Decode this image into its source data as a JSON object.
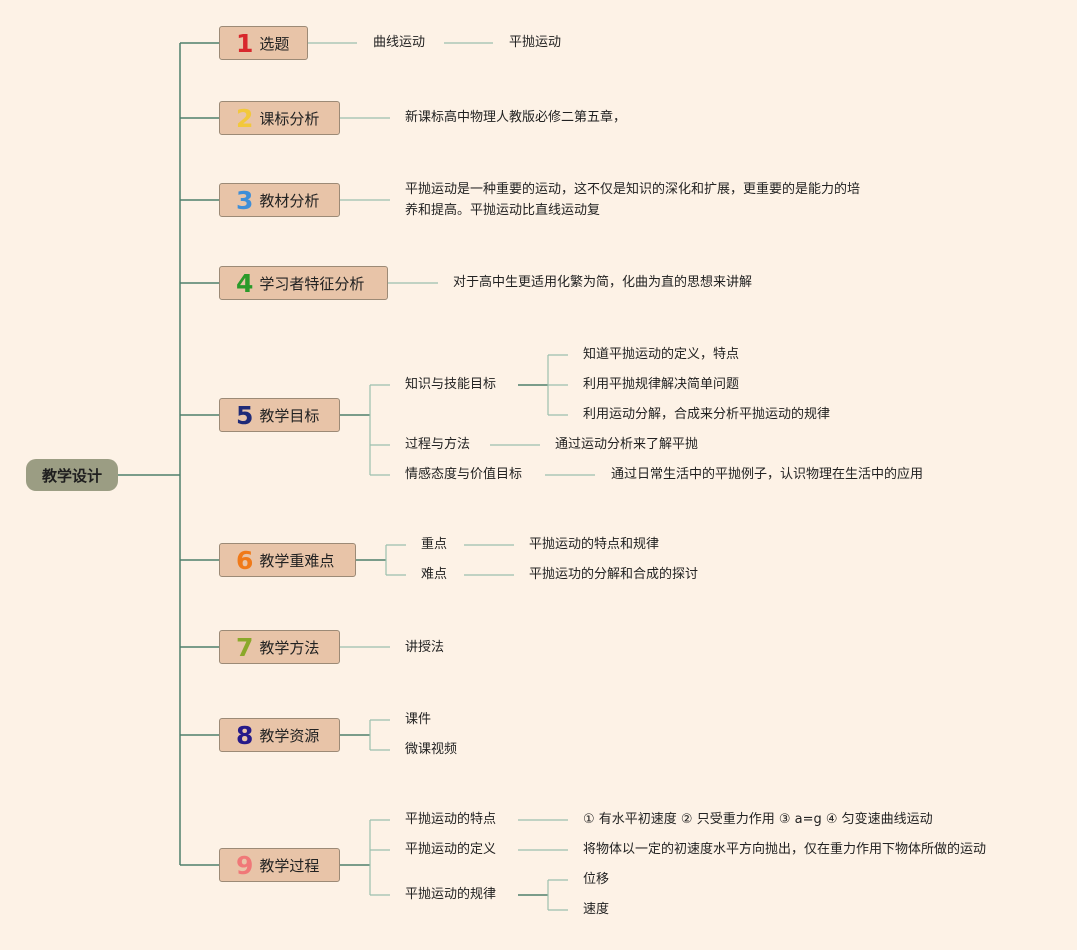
{
  "root": "教学设计",
  "branches": [
    {
      "num": "1",
      "label": "选题",
      "color": "#d8282d"
    },
    {
      "num": "2",
      "label": "课标分析",
      "color": "#f2c83c"
    },
    {
      "num": "3",
      "label": "教材分析",
      "color": "#3e8ed8"
    },
    {
      "num": "4",
      "label": "学习者特征分析",
      "color": "#2a9a2a"
    },
    {
      "num": "5",
      "label": "教学目标",
      "color": "#1e2a78"
    },
    {
      "num": "6",
      "label": "教学重难点",
      "color": "#f07a1a"
    },
    {
      "num": "7",
      "label": "教学方法",
      "color": "#8aa82a"
    },
    {
      "num": "8",
      "label": "教学资源",
      "color": "#261a8a"
    },
    {
      "num": "9",
      "label": "教学过程",
      "color": "#f07878"
    }
  ],
  "b1": {
    "a": "曲线运动",
    "b": "平抛运动"
  },
  "b2": {
    "text": "新课标高中物理人教版必修二第五章，"
  },
  "b3": {
    "line1": "平抛运动是一种重要的运动，这不仅是知识的深化和扩展，更重要的是能力的培",
    "line2": "养和提高。平抛运动比直线运动复"
  },
  "b4": {
    "text": "对于高中生更适用化繁为简，化曲为直的思想来讲解"
  },
  "b5": {
    "k": "知识与技能目标",
    "k_items": [
      "知道平抛运动的定义，特点",
      "利用平抛规律解决简单问题",
      "利用运动分解，合成来分析平抛运动的规律"
    ],
    "p": "过程与方法",
    "p_item": "通过运动分析来了解平抛",
    "e": "情感态度与价值目标",
    "e_item": "通过日常生活中的平抛例子，认识物理在生活中的应用"
  },
  "b6": {
    "key": "重点",
    "key_item": "平抛运动的特点和规律",
    "hard": "难点",
    "hard_item": "平抛运功的分解和合成的探讨"
  },
  "b7": {
    "text": "讲授法"
  },
  "b8": {
    "a": "课件",
    "b": "微课视频"
  },
  "b9": {
    "features": "平抛运动的特点",
    "features_item": "① 有水平初速度 ② 只受重力作用 ③ a=g ④ 匀变速曲线运动",
    "definition": "平抛运动的定义",
    "definition_item": "将物体以一定的初速度水平方向抛出，仅在重力作用下物体所做的运动",
    "law": "平抛运动的规律",
    "law_items": [
      "位移",
      "速度"
    ]
  },
  "colors": {
    "background": "#fdf2e6",
    "branch_fill": "#e8c4a8",
    "line": "#4f7f6c",
    "thin_line": "#9cc0ae",
    "root_fill": "#9b9d83"
  }
}
